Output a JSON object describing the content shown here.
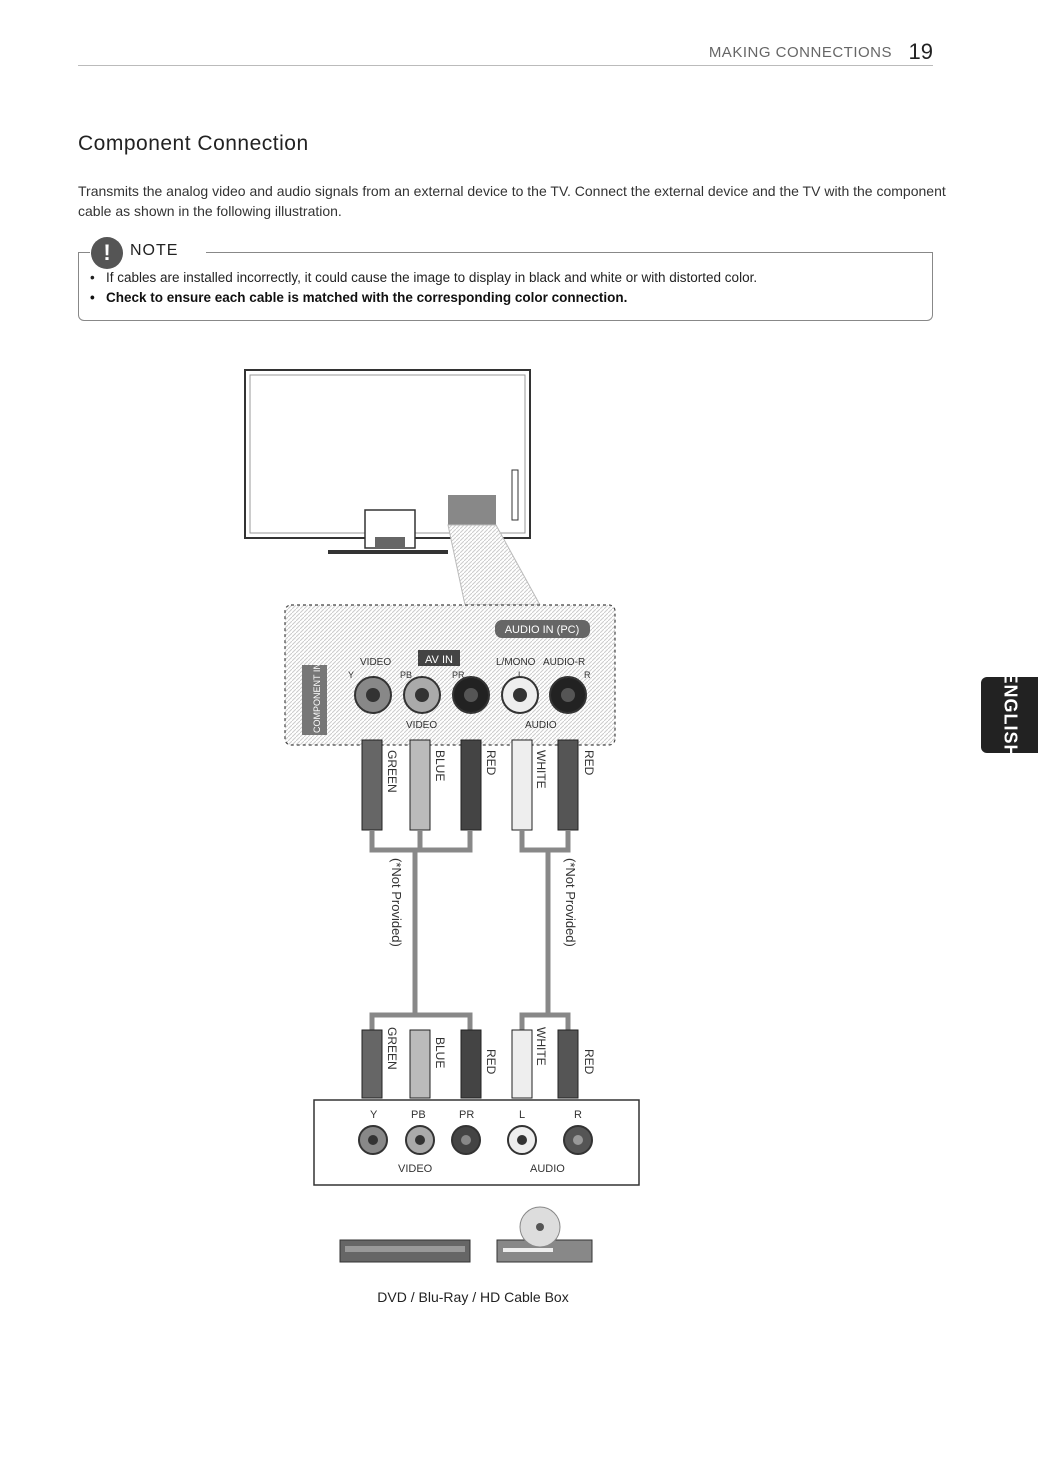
{
  "header": {
    "section": "MAKING CONNECTIONS",
    "page_number": "19"
  },
  "title": "Component Connection",
  "intro": "Transmits the analog video and audio signals from an external device to the TV. Connect the external device and the TV with the component cable as shown in the following illustration.",
  "note": {
    "icon": "!",
    "label": "NOTE",
    "items": [
      "If cables are installed incorrectly, it could cause the image to display in black and white or with distorted color.",
      "Check to ensure each cable is matched with the corresponding color connection."
    ]
  },
  "diagram": {
    "panel": {
      "audio_in_pc": "AUDIO IN (PC)",
      "av_in": "AV IN",
      "video": "VIDEO",
      "l_mono": "L/MONO",
      "audio_r": "AUDIO-R",
      "component_in": "COMPONENT IN",
      "jack_y": "Y",
      "jack_pb": "PB",
      "jack_pr": "PR",
      "jack_l": "L",
      "jack_r": "R",
      "group_video": "VIDEO",
      "group_audio": "AUDIO"
    },
    "cable_colors": [
      "GREEN",
      "BLUE",
      "RED",
      "WHITE",
      "RED"
    ],
    "not_provided": "(*Not Provided)",
    "device": {
      "jack_y": "Y",
      "jack_pb": "PB",
      "jack_pr": "PR",
      "jack_l": "L",
      "jack_r": "R",
      "group_video": "VIDEO",
      "group_audio": "AUDIO"
    }
  },
  "caption": "DVD / Blu-Ray / HD Cable Box",
  "side_tab": "ENGLISH"
}
